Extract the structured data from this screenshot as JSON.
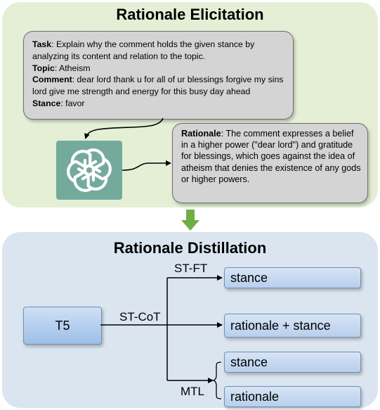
{
  "top_panel": {
    "title": "Rationale Elicitation",
    "prompt": {
      "task_label": "Task",
      "task_text": ": Explain why the comment holds the given stance by analyzing its content and relation to the topic.",
      "topic_label": "Topic",
      "topic_text": ": Atheism",
      "comment_label": "Comment",
      "comment_text": ": dear lord thank u for all of ur blessings forgive my sins lord give me strength and energy for this busy day ahead",
      "stance_label": "Stance",
      "stance_text": ": favor"
    },
    "rationale": {
      "label": "Rationale",
      "text": ": The comment expresses a belief in a higher power (\"dear lord\") and gratitude for blessings, which goes against the idea of atheism that denies the existence of any gods or higher powers."
    },
    "logo_icon": "openai-logo-icon"
  },
  "transition_arrow_icon": "down-arrow-icon",
  "bottom_panel": {
    "title": "Rationale Distillation",
    "model": "T5",
    "branch_labels": {
      "st_ft": "ST-FT",
      "st_cot": "ST-CoT",
      "mtl": "MTL"
    },
    "outputs": {
      "stance_ft": "stance",
      "rationale_stance": "rationale + stance",
      "stance_mtl": "stance",
      "rationale_mtl": "rationale"
    }
  },
  "colors": {
    "top_panel_bg": "#e4efd6",
    "bottom_panel_bg": "#dbe5f0",
    "bubble_bg": "#d4d4d4",
    "logo_bg": "#74aa9c",
    "arrow_green": "#71ad47"
  }
}
